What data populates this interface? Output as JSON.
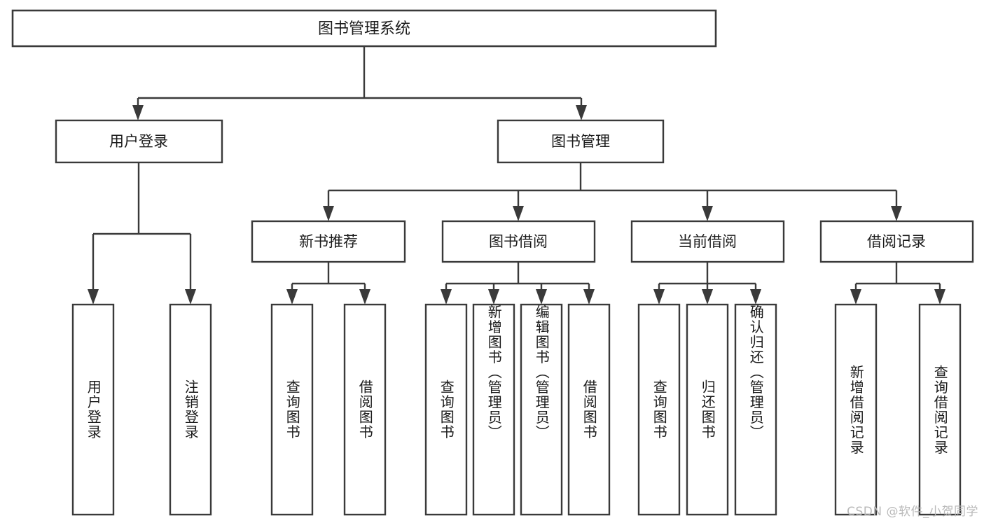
{
  "diagram": {
    "type": "tree-hierarchy-chart",
    "title": "图书管理系统",
    "background_color": "#ffffff",
    "line_color": "#3a3a3a",
    "text_color": "#1b1b1b",
    "root": {
      "label": "图书管理系统"
    },
    "level2": [
      {
        "label": "用户登录"
      },
      {
        "label": "图书管理"
      }
    ],
    "level3": [
      {
        "label": "新书推荐"
      },
      {
        "label": "图书借阅"
      },
      {
        "label": "当前借阅"
      },
      {
        "label": "借阅记录"
      }
    ],
    "leaves": {
      "user_login": [
        {
          "label": "用户登录"
        },
        {
          "label": "注销登录"
        }
      ],
      "new_book_recommend": [
        {
          "label": "查询图书"
        },
        {
          "label": "借阅图书"
        }
      ],
      "book_borrow": [
        {
          "label": "查询图书"
        },
        {
          "label": "新增图书（管理员）"
        },
        {
          "label": "编辑图书（管理员）"
        },
        {
          "label": "借阅图书"
        }
      ],
      "current_borrow": [
        {
          "label": "查询图书"
        },
        {
          "label": "归还图书"
        },
        {
          "label": "确认归还（管理员）"
        }
      ],
      "borrow_record": [
        {
          "label": "新增借阅记录"
        },
        {
          "label": "查询借阅记录"
        }
      ]
    }
  },
  "watermark": {
    "text": "CSDN @软件_小贺同学"
  }
}
